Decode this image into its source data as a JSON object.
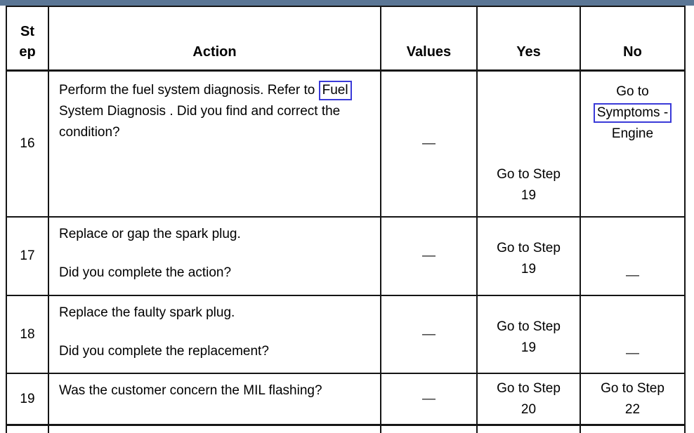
{
  "top_bar": {
    "color": "#5b7695"
  },
  "table": {
    "link_box_color": "#3a3ad8",
    "headers": {
      "step": "St\nep",
      "action": "Action",
      "values": "Values",
      "yes": "Yes",
      "no": "No"
    },
    "rows": [
      {
        "step": "16",
        "action": {
          "pre": "Perform the fuel system diagnosis. Refer to ",
          "link": "Fuel",
          "post": " System Diagnosis . Did you find and correct the condition?"
        },
        "values": "—",
        "yes": {
          "line1": "Go to Step",
          "line2": "19"
        },
        "no": {
          "line1": "Go to",
          "link": "Symptoms -",
          "line2": "Engine"
        }
      },
      {
        "step": "17",
        "action": {
          "line1": "Replace or gap the spark plug.",
          "line2": "Did you complete the action?"
        },
        "values": "—",
        "yes": {
          "line1": "Go to Step",
          "line2": "19"
        },
        "no": {
          "dash": "—"
        }
      },
      {
        "step": "18",
        "action": {
          "line1": "Replace the faulty spark plug.",
          "line2": "Did you complete the replacement?"
        },
        "values": "—",
        "yes": {
          "line1": "Go to Step",
          "line2": "19"
        },
        "no": {
          "dash": "—"
        }
      },
      {
        "step": "19",
        "action": {
          "line1": "Was the customer concern the MIL flashing?"
        },
        "values": "—",
        "yes": {
          "line1": "Go to Step",
          "line2": "20"
        },
        "no": {
          "line1": "Go to Step",
          "line2": "22"
        }
      }
    ]
  }
}
